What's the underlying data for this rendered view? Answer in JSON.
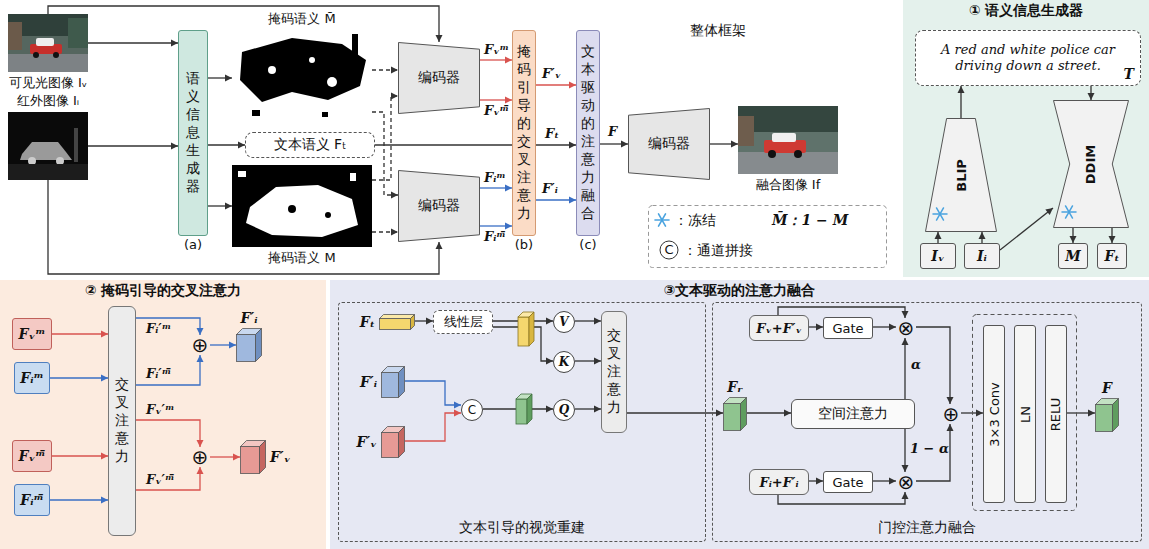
{
  "diagram": {
    "nodes": [
      {
        "text": [
          "可见光图像 Iᵥ"
        ]
      },
      {
        "text": [
          "红外图像 Iᵢ"
        ]
      },
      {
        "text": [
          "语义信息生成器",
          "(a)"
        ]
      },
      {
        "text": [
          "掩码语义 M̄"
        ]
      },
      {
        "text": [
          "文本语义 Fₜ"
        ]
      },
      {
        "text": [
          "掩码语义 M"
        ]
      },
      {
        "text": [
          "编码器"
        ]
      },
      {
        "text": [
          "编码器"
        ]
      },
      {
        "text": [
          "掩码引导的交叉注意力",
          "(b)"
        ]
      },
      {
        "text": [
          "文本驱动的注意力融合",
          "(c)"
        ]
      },
      {
        "text": [
          "编码器"
        ]
      },
      {
        "text": [
          "融合图像 If"
        ]
      },
      {
        "text": [
          "① 语义信息生成器"
        ]
      },
      {
        "text": [
          "A red and white police car driving down a street.",
          "T"
        ],
        "in": 12
      },
      {
        "text": [
          "BLIP"
        ],
        "in": 12
      },
      {
        "text": [
          "DDIM"
        ],
        "in": 12
      },
      {
        "text": [
          "Iᵥ"
        ],
        "in": 12
      },
      {
        "text": [
          "Iᵢ"
        ],
        "in": 12
      },
      {
        "text": [
          "M"
        ],
        "in": 12
      },
      {
        "text": [
          "Fₜ"
        ],
        "in": 12
      },
      {
        "text": [
          "② 掩码引导的交叉注意力"
        ]
      },
      {
        "text": [
          "Fᵥᵐ"
        ],
        "in": 20
      },
      {
        "text": [
          "Fᵢᵐ"
        ],
        "in": 20
      },
      {
        "text": [
          "Fᵥᵐ̄"
        ],
        "in": 20
      },
      {
        "text": [
          "Fᵢᵐ̄"
        ],
        "in": 20
      },
      {
        "text": [
          "交叉注意力"
        ],
        "in": 20
      },
      {
        "text": [
          "⊕"
        ],
        "in": 20
      },
      {
        "text": [
          "F′ᵢ"
        ],
        "in": 20
      },
      {
        "text": [
          "⊕"
        ],
        "in": 20
      },
      {
        "text": [
          "F′ᵥ"
        ],
        "in": 20
      },
      {
        "text": [
          "③文本驱动的注意力融合"
        ]
      },
      {
        "text": [
          "文本引导的视觉重建"
        ],
        "in": 30
      },
      {
        "text": [
          "门控注意力融合"
        ],
        "in": 30
      },
      {
        "text": [
          "Fₜ"
        ],
        "in": 31
      },
      {
        "text": [
          "线性层"
        ],
        "in": 31
      },
      {
        "text": [
          "V"
        ],
        "in": 31
      },
      {
        "text": [
          "K"
        ],
        "in": 31
      },
      {
        "text": [
          "F′ᵢ"
        ],
        "in": 31
      },
      {
        "text": [
          "F′ᵥ"
        ],
        "in": 31
      },
      {
        "text": [
          "C"
        ],
        "in": 31
      },
      {
        "text": [
          "Q"
        ],
        "in": 31
      },
      {
        "text": [
          "交叉注意力"
        ],
        "in": 31
      },
      {
        "text": [
          "Fᵣ"
        ],
        "in": 32
      },
      {
        "text": [
          "Fᵥ+F′ᵥ"
        ],
        "in": 32
      },
      {
        "text": [
          "Gate"
        ],
        "in": 32
      },
      {
        "text": [
          "⊗"
        ],
        "in": 32
      },
      {
        "text": [
          "空间注意力"
        ],
        "in": 32
      },
      {
        "text": [
          "Fᵢ+F′ᵢ"
        ],
        "in": 32
      },
      {
        "text": [
          "Gate"
        ],
        "in": 32
      },
      {
        "text": [
          "⊗"
        ],
        "in": 32
      },
      {
        "text": [
          "⊕"
        ],
        "in": 32
      },
      {
        "text": [
          "3×3 Conv"
        ],
        "in": 32
      },
      {
        "text": [
          "LN"
        ],
        "in": 32
      },
      {
        "text": [
          "RELU"
        ],
        "in": 32
      },
      {
        "text": [
          "F"
        ],
        "in": 32
      }
    ],
    "edges": [
      {
        "from": 0,
        "to": 2,
        "arrow": "to"
      },
      {
        "from": 1,
        "to": 2,
        "arrow": "to"
      },
      {
        "from": 0,
        "to": 6,
        "arrow": "to"
      },
      {
        "from": 1,
        "to": 7,
        "arrow": "to"
      },
      {
        "from": 2,
        "to": 3,
        "arrow": "to"
      },
      {
        "from": 2,
        "to": 4,
        "arrow": "to"
      },
      {
        "from": 2,
        "to": 5,
        "arrow": "to"
      },
      {
        "from": 3,
        "to": 6,
        "arrow": "to"
      },
      {
        "from": 3,
        "to": 7,
        "arrow": "to"
      },
      {
        "from": 5,
        "to": 7,
        "arrow": "to"
      },
      {
        "from": 5,
        "to": 6,
        "arrow": "to"
      },
      {
        "from": 6,
        "to": 8,
        "label": "Fᵥᵐ",
        "arrow": "to"
      },
      {
        "from": 6,
        "to": 8,
        "label": "Fᵥᵐ̄",
        "arrow": "to"
      },
      {
        "from": 7,
        "to": 8,
        "label": "Fᵢᵐ",
        "arrow": "to"
      },
      {
        "from": 7,
        "to": 8,
        "label": "Fᵢᵐ̄",
        "arrow": "to"
      },
      {
        "from": 8,
        "to": 9,
        "label": "F′ᵥ",
        "arrow": "to"
      },
      {
        "from": 4,
        "to": 9,
        "label": "Fₜ",
        "arrow": "to"
      },
      {
        "from": 8,
        "to": 9,
        "label": "F′ᵢ",
        "arrow": "to"
      },
      {
        "from": 9,
        "to": 10,
        "label": "F",
        "arrow": "to"
      },
      {
        "from": 10,
        "to": 11,
        "arrow": "to"
      },
      {
        "from": 16,
        "to": 14,
        "arrow": "to"
      },
      {
        "from": 17,
        "to": 14,
        "arrow": "to"
      },
      {
        "from": 14,
        "to": 13,
        "arrow": "to"
      },
      {
        "from": 13,
        "to": 15,
        "arrow": "to"
      },
      {
        "from": 17,
        "to": 15,
        "arrow": "to"
      },
      {
        "from": 15,
        "to": 18,
        "arrow": "to"
      },
      {
        "from": 15,
        "to": 19,
        "arrow": "to"
      },
      {
        "from": 21,
        "to": 25,
        "arrow": "to"
      },
      {
        "from": 22,
        "to": 25,
        "arrow": "to"
      },
      {
        "from": 23,
        "to": 25,
        "arrow": "to"
      },
      {
        "from": 24,
        "to": 25,
        "arrow": "to"
      },
      {
        "from": 25,
        "to": 26,
        "label": "Fᵢ′ᵐ",
        "arrow": "to"
      },
      {
        "from": 25,
        "to": 26,
        "label": "Fᵢ′ᵐ̄",
        "arrow": "to"
      },
      {
        "from": 26,
        "to": 27,
        "arrow": "to"
      },
      {
        "from": 25,
        "to": 28,
        "label": "Fᵥ′ᵐ",
        "arrow": "to"
      },
      {
        "from": 25,
        "to": 28,
        "label": "Fᵥ′ᵐ̄",
        "arrow": "to"
      },
      {
        "from": 28,
        "to": 29,
        "arrow": "to"
      },
      {
        "from": 33,
        "to": 34,
        "arrow": "to"
      },
      {
        "from": 34,
        "to": 35,
        "arrow": "to"
      },
      {
        "from": 34,
        "to": 36,
        "arrow": "to"
      },
      {
        "from": 37,
        "to": 39,
        "arrow": "to"
      },
      {
        "from": 38,
        "to": 39,
        "arrow": "to"
      },
      {
        "from": 39,
        "to": 40,
        "arrow": "to"
      },
      {
        "from": 35,
        "to": 41,
        "arrow": "to"
      },
      {
        "from": 36,
        "to": 41,
        "arrow": "to"
      },
      {
        "from": 40,
        "to": 41,
        "arrow": "to"
      },
      {
        "from": 41,
        "to": 42,
        "arrow": "to"
      },
      {
        "from": 42,
        "to": 46,
        "arrow": "to"
      },
      {
        "from": 43,
        "to": 44,
        "arrow": "to"
      },
      {
        "from": 44,
        "to": 45,
        "arrow": "to"
      },
      {
        "from": 43,
        "to": 45,
        "arrow": "to"
      },
      {
        "from": 46,
        "to": 45,
        "label": "α",
        "arrow": "to"
      },
      {
        "from": 46,
        "to": 49,
        "label": "1 − α",
        "arrow": "to"
      },
      {
        "from": 47,
        "to": 48,
        "arrow": "to"
      },
      {
        "from": 48,
        "to": 49,
        "arrow": "to"
      },
      {
        "from": 47,
        "to": 49,
        "arrow": "to"
      },
      {
        "from": 45,
        "to": 50,
        "arrow": "to"
      },
      {
        "from": 49,
        "to": 50,
        "arrow": "to"
      },
      {
        "from": 50,
        "to": 51,
        "arrow": "to"
      },
      {
        "from": 53,
        "to": 54,
        "arrow": "to"
      }
    ],
    "labels": [
      "整体框架",
      "M̄：1 − M",
      "C"
    ],
    "legend": [
      {
        "text": "：冻结"
      },
      {
        "text": "：通道拼接"
      }
    ]
  }
}
